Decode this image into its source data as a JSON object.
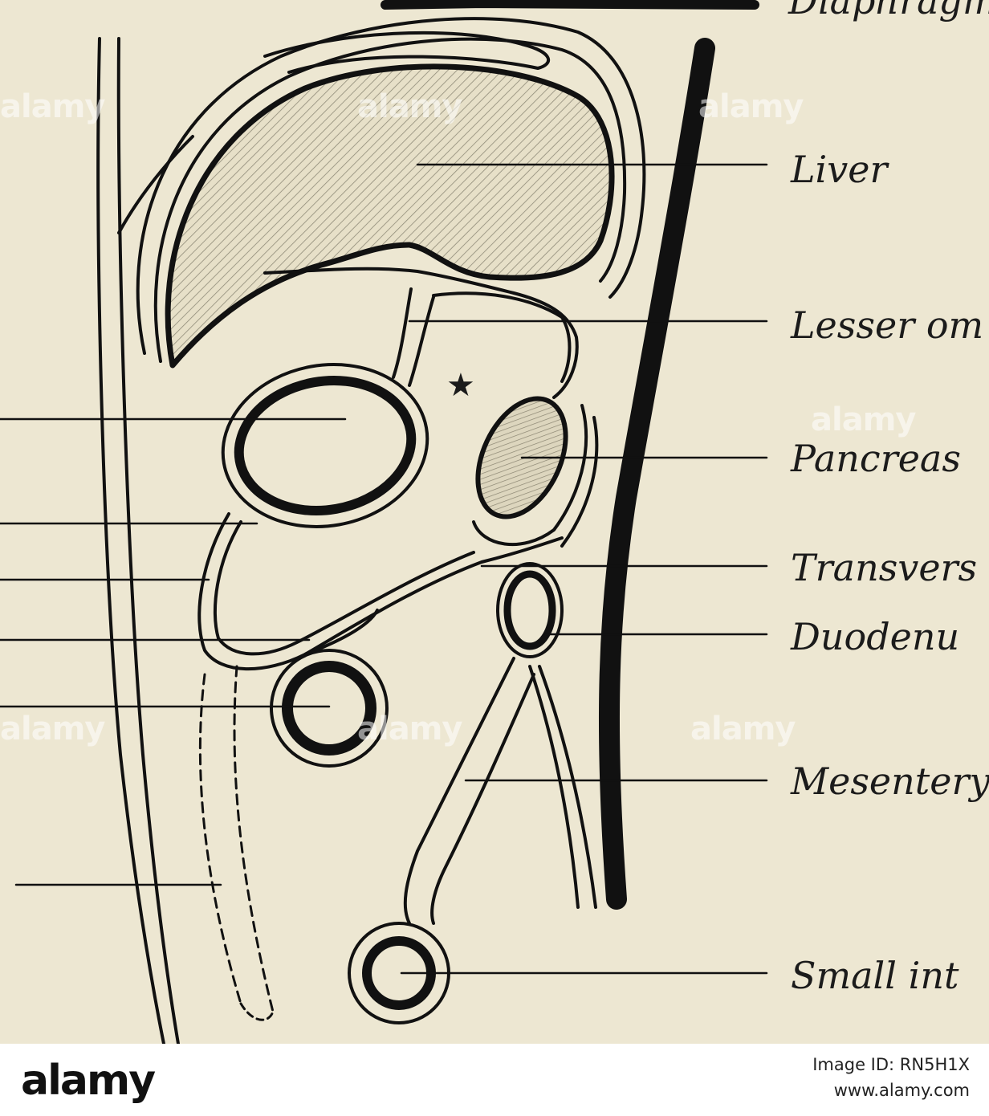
{
  "figure": {
    "background": "#ede7d2",
    "ink": "#111111",
    "labels": {
      "diaphragm": "Diaphragm",
      "liver": "Liver",
      "lesser_omentum": "Lesser om",
      "pancreas": "Pancreas",
      "transverse": "Transvers",
      "duodenum": "Duodenu",
      "mesentery": "Mesentery",
      "small_intestine": "Small int"
    },
    "marker": "★"
  },
  "watermark": {
    "text": "alamy"
  },
  "footer": {
    "brand": "alamy",
    "image_id": "Image ID: RN5H1X",
    "url": "www.alamy.com"
  }
}
